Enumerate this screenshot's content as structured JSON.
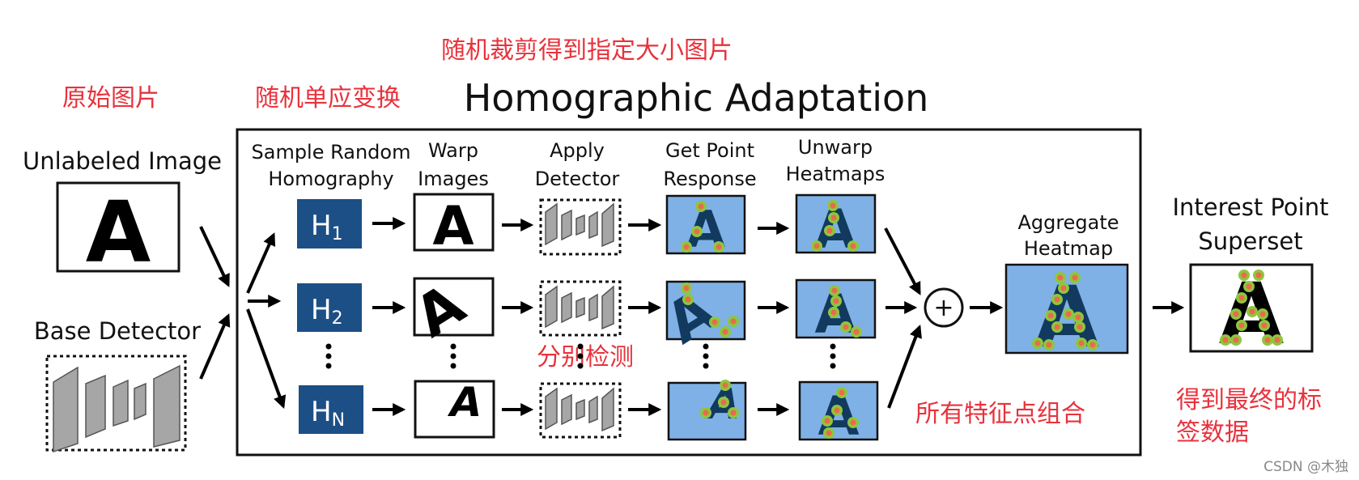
{
  "title": "Homographic Adaptation",
  "annotations": {
    "random_crop": "随机裁剪得到指定大小图片",
    "original_image": "原始图片",
    "random_homography": "随机单应变换",
    "detect_separately": "分别检测",
    "combine_all_points": "所有特征点组合",
    "final_labels_line1": "得到最终的标",
    "final_labels_line2": "签数据"
  },
  "inputs": {
    "unlabeled_image": "Unlabeled Image",
    "base_detector": "Base Detector"
  },
  "steps": {
    "sample_line1": "Sample Random",
    "sample_line2": "Homography",
    "warp_line1": "Warp",
    "warp_line2": "Images",
    "apply_line1": "Apply",
    "apply_line2": "Detector",
    "response_line1": "Get Point",
    "response_line2": "Response",
    "unwarp_line1": "Unwarp",
    "unwarp_line2": "Heatmaps",
    "aggregate_line1": "Aggregate",
    "aggregate_line2": "Heatmap",
    "output_line1": "Interest Point",
    "output_line2": "Superset"
  },
  "homographies": {
    "h1_main": "H",
    "h1_sub": "1",
    "h2_main": "H",
    "h2_sub": "2",
    "hn_main": "H",
    "hn_sub": "N"
  },
  "letter": "A",
  "plus": "+",
  "watermark": "CSDN @木独",
  "colors": {
    "annotation_red": "#e8323c",
    "homography_blue": "#1c4f86",
    "heatmap_blue": "#7fb1e6",
    "keypoint_green": "#8dc63f",
    "keypoint_orange": "#ec6a4b"
  }
}
